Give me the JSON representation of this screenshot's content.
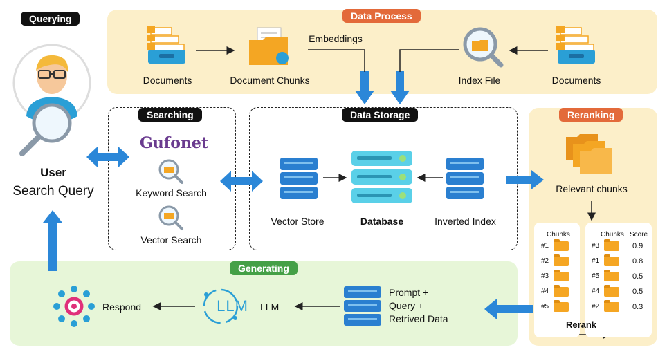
{
  "colors": {
    "data_process_bg": "#fcefc9",
    "reranking_bg": "#fcefc9",
    "generating_bg": "#e7f6d8",
    "data_process_pill": "#e36a3a",
    "reranking_pill": "#e36a3a",
    "generating_pill": "#45a047",
    "dark_pill": "#111111",
    "arrow_blue": "#2b87d8"
  },
  "headers": {
    "querying": "Querying",
    "data_process": "Data Process",
    "searching": "Searching",
    "data_storage": "Data Storage",
    "reranking": "Reranking",
    "generating": "Generating"
  },
  "user": {
    "title": "User",
    "subtitle": "Search Query"
  },
  "data_process": {
    "documents_left": "Documents",
    "document_chunks": "Document Chunks",
    "embeddings": "Embeddings",
    "index_file": "Index File",
    "documents_right": "Documents"
  },
  "searching": {
    "logo": "Gufonet",
    "keyword_search": "Keyword Search",
    "vector_search": "Vector Search"
  },
  "storage": {
    "vector_store": "Vector Store",
    "database": "Database",
    "inverted_index": "Inverted Index"
  },
  "reranking": {
    "relevant_chunks": "Relevant chunks",
    "chunks_header": "Chunks",
    "chunks_header2": "Chunks",
    "score_header": "Score",
    "left_rows": [
      "#1",
      "#2",
      "#3",
      "#4",
      "#5"
    ],
    "right_rows": [
      {
        "id": "#3",
        "score": "0.9"
      },
      {
        "id": "#1",
        "score": "0.8"
      },
      {
        "id": "#5",
        "score": "0.5"
      },
      {
        "id": "#4",
        "score": "0.5"
      },
      {
        "id": "#2",
        "score": "0.3"
      }
    ],
    "rerank": "Rerank"
  },
  "generating": {
    "respond": "Respond",
    "llm_logo": "LLM",
    "llm": "LLM",
    "prompt_line1": "Prompt +",
    "prompt_line2": "Query +",
    "prompt_line3": "Retrived Data"
  },
  "icons": [
    "document-drawer-icon",
    "document-chunks-folder-icon",
    "index-file-magnifier-icon",
    "database-server-icon",
    "user-avatar-icon",
    "magnifier-icon",
    "target-icon",
    "llm-icon",
    "folder-icon"
  ]
}
